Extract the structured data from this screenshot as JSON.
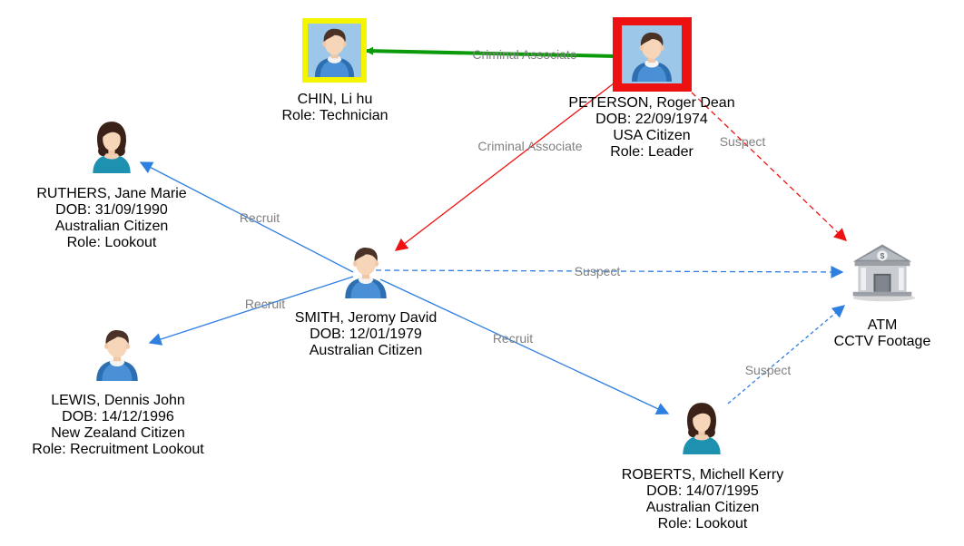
{
  "colors": {
    "criminal_associate_strong": "#0a9a0a",
    "criminal_associate": "#ee1111",
    "recruit": "#2f7fe0",
    "suspect_leader": "#ee1111",
    "suspect": "#2f7fe0",
    "highlight_red": "#ee1111",
    "highlight_yellow": "#f5f500",
    "edge_label": "#808080",
    "avatar_background": "#9cc7e8"
  },
  "nodes": {
    "chin": {
      "icon": "male-person-icon",
      "lines": [
        "CHIN, Li hu",
        "Role: Technician"
      ]
    },
    "peterson": {
      "icon": "male-person-icon",
      "lines": [
        "PETERSON, Roger Dean",
        "DOB: 22/09/1974",
        "USA Citizen",
        "Role: Leader"
      ]
    },
    "ruthers": {
      "icon": "female-person-icon",
      "lines": [
        "RUTHERS, Jane Marie",
        "DOB: 31/09/1990",
        "Australian Citizen",
        "Role: Lookout"
      ]
    },
    "smith": {
      "icon": "male-person-icon",
      "lines": [
        "SMITH, Jeromy David",
        "DOB: 12/01/1979",
        "Australian Citizen"
      ]
    },
    "lewis": {
      "icon": "male-person-icon",
      "lines": [
        "LEWIS, Dennis John",
        "DOB: 14/12/1996",
        "New Zealand Citizen",
        "Role: Recruitment Lookout"
      ]
    },
    "roberts": {
      "icon": "female-person-icon",
      "lines": [
        "ROBERTS, Michell Kerry",
        "DOB: 14/07/1995",
        "Australian Citizen",
        "Role: Lookout"
      ]
    },
    "atm": {
      "icon": "bank-building-icon",
      "lines": [
        "ATM",
        "CCTV Footage"
      ]
    }
  },
  "edges": {
    "peterson_chin": {
      "from": "peterson",
      "to": "chin",
      "label": "Criminal Associate",
      "style": "solid",
      "color": "#0a9a0a"
    },
    "peterson_smith": {
      "from": "peterson",
      "to": "smith",
      "label": "Criminal Associate",
      "style": "solid",
      "color": "#ee1111"
    },
    "peterson_atm": {
      "from": "peterson",
      "to": "atm",
      "label": "Suspect",
      "style": "dashed",
      "color": "#ee1111"
    },
    "smith_ruthers": {
      "from": "smith",
      "to": "ruthers",
      "label": "Recruit",
      "style": "solid",
      "color": "#2f7fe0"
    },
    "smith_lewis": {
      "from": "smith",
      "to": "lewis",
      "label": "Recruit",
      "style": "solid",
      "color": "#2f7fe0"
    },
    "smith_roberts": {
      "from": "smith",
      "to": "roberts",
      "label": "Recruit",
      "style": "solid",
      "color": "#2f7fe0"
    },
    "smith_atm": {
      "from": "smith",
      "to": "atm",
      "label": "Suspect",
      "style": "dashed",
      "color": "#2f7fe0"
    },
    "roberts_atm": {
      "from": "roberts",
      "to": "atm",
      "label": "Suspect",
      "style": "dashed",
      "color": "#2f7fe0"
    }
  }
}
